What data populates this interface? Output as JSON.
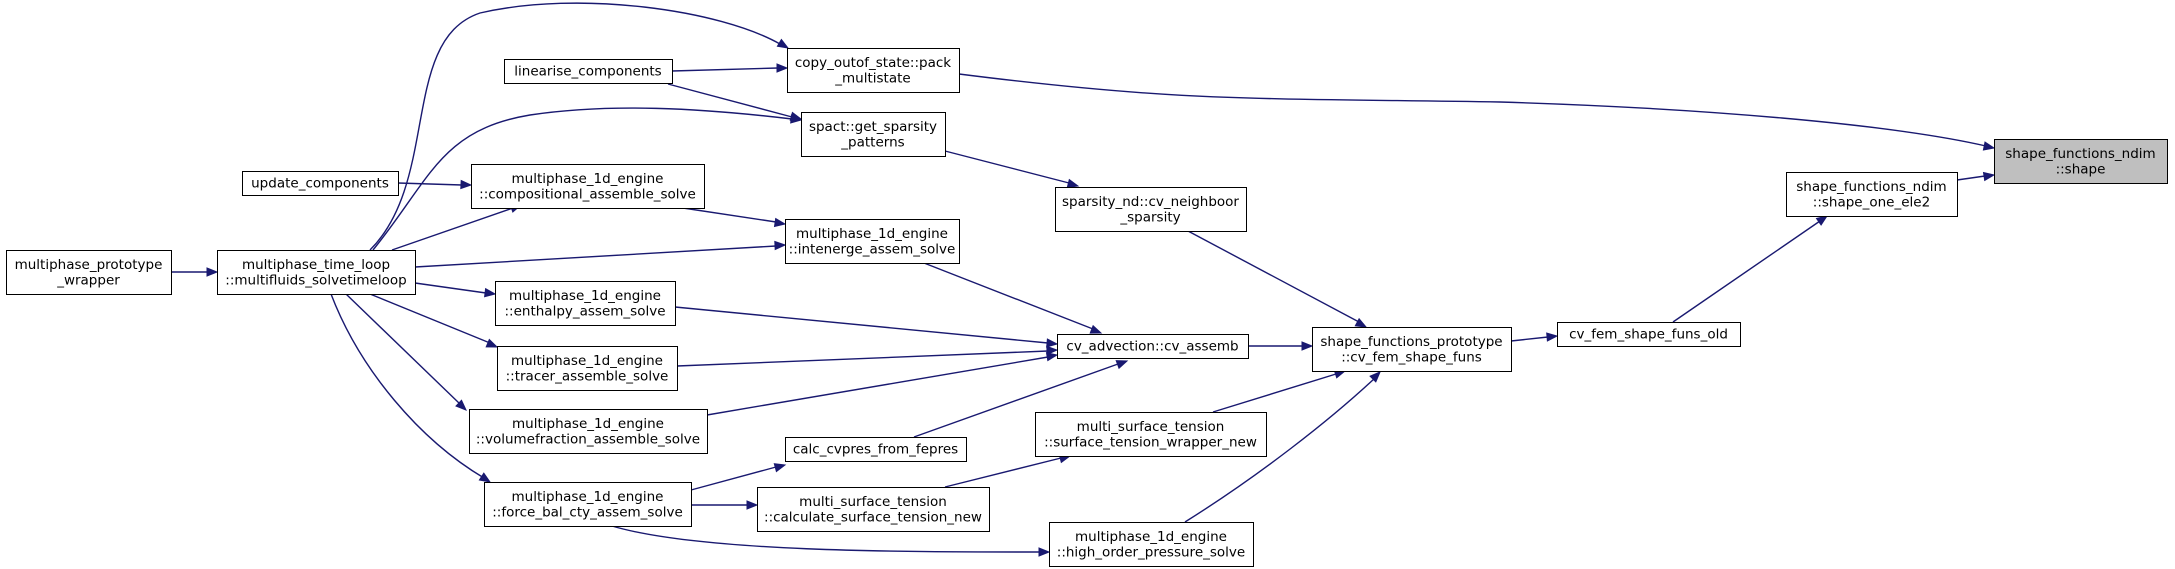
{
  "diagram": {
    "colors": {
      "edge": "#191970",
      "box_border": "#000000",
      "highlight_fill": "#bfbfbf",
      "background": "#ffffff"
    },
    "nodes": [
      {
        "id": "n1",
        "lines": [
          "shape_functions_ndim",
          "::shape"
        ],
        "highlight": true
      },
      {
        "id": "n2",
        "lines": [
          "copy_outof_state::pack",
          "_multistate"
        ]
      },
      {
        "id": "n3",
        "lines": [
          "shape_functions_ndim",
          "::shape_one_ele2"
        ]
      },
      {
        "id": "n4",
        "lines": [
          "linearise_components"
        ]
      },
      {
        "id": "n5",
        "lines": [
          "spact::get_sparsity",
          "_patterns"
        ]
      },
      {
        "id": "n6",
        "lines": [
          "update_components"
        ]
      },
      {
        "id": "n7",
        "lines": [
          "multiphase_1d_engine",
          "::compositional_assemble_solve"
        ]
      },
      {
        "id": "n8",
        "lines": [
          "sparsity_nd::cv_neighboor",
          "_sparsity"
        ]
      },
      {
        "id": "n9",
        "lines": [
          "multiphase_prototype",
          "_wrapper"
        ]
      },
      {
        "id": "n10",
        "lines": [
          "multiphase_time_loop",
          "::multifluids_solvetimeloop"
        ]
      },
      {
        "id": "n11",
        "lines": [
          "multiphase_1d_engine",
          "::intenerge_assem_solve"
        ]
      },
      {
        "id": "n12",
        "lines": [
          "multiphase_1d_engine",
          "::enthalpy_assem_solve"
        ]
      },
      {
        "id": "n13",
        "lines": [
          "cv_advection::cv_assemb"
        ]
      },
      {
        "id": "n14",
        "lines": [
          "shape_functions_prototype",
          "::cv_fem_shape_funs"
        ]
      },
      {
        "id": "n15",
        "lines": [
          "cv_fem_shape_funs_old"
        ]
      },
      {
        "id": "n16",
        "lines": [
          "multiphase_1d_engine",
          "::tracer_assemble_solve"
        ]
      },
      {
        "id": "n17",
        "lines": [
          "multiphase_1d_engine",
          "::volumefraction_assemble_solve"
        ]
      },
      {
        "id": "n18",
        "lines": [
          "multi_surface_tension",
          "::surface_tension_wrapper_new"
        ]
      },
      {
        "id": "n19",
        "lines": [
          "calc_cvpres_from_fepres"
        ]
      },
      {
        "id": "n20",
        "lines": [
          "multiphase_1d_engine",
          "::force_bal_cty_assem_solve"
        ]
      },
      {
        "id": "n21",
        "lines": [
          "multi_surface_tension",
          "::calculate_surface_tension_new"
        ]
      },
      {
        "id": "n22",
        "lines": [
          "multiphase_1d_engine",
          "::high_order_pressure_solve"
        ]
      }
    ],
    "edges": [
      {
        "from": "n2",
        "to": "n1"
      },
      {
        "from": "n3",
        "to": "n1"
      },
      {
        "from": "n15",
        "to": "n3"
      },
      {
        "from": "n14",
        "to": "n15"
      },
      {
        "from": "n13",
        "to": "n14"
      },
      {
        "from": "n8",
        "to": "n14"
      },
      {
        "from": "n18",
        "to": "n14"
      },
      {
        "from": "n22",
        "to": "n14"
      },
      {
        "from": "n5",
        "to": "n8"
      },
      {
        "from": "n4",
        "to": "n2"
      },
      {
        "from": "n10",
        "to": "n2"
      },
      {
        "from": "n4",
        "to": "n5"
      },
      {
        "from": "n10",
        "to": "n5"
      },
      {
        "from": "n9",
        "to": "n10"
      },
      {
        "from": "n6",
        "to": "n7"
      },
      {
        "from": "n10",
        "to": "n7"
      },
      {
        "from": "n10",
        "to": "n11"
      },
      {
        "from": "n10",
        "to": "n12"
      },
      {
        "from": "n10",
        "to": "n16"
      },
      {
        "from": "n10",
        "to": "n17"
      },
      {
        "from": "n10",
        "to": "n20"
      },
      {
        "from": "n7",
        "to": "n11"
      },
      {
        "from": "n11",
        "to": "n13"
      },
      {
        "from": "n12",
        "to": "n13"
      },
      {
        "from": "n16",
        "to": "n13"
      },
      {
        "from": "n17",
        "to": "n13"
      },
      {
        "from": "n19",
        "to": "n13"
      },
      {
        "from": "n20",
        "to": "n19"
      },
      {
        "from": "n20",
        "to": "n21"
      },
      {
        "from": "n20",
        "to": "n22"
      },
      {
        "from": "n21",
        "to": "n18"
      }
    ]
  }
}
